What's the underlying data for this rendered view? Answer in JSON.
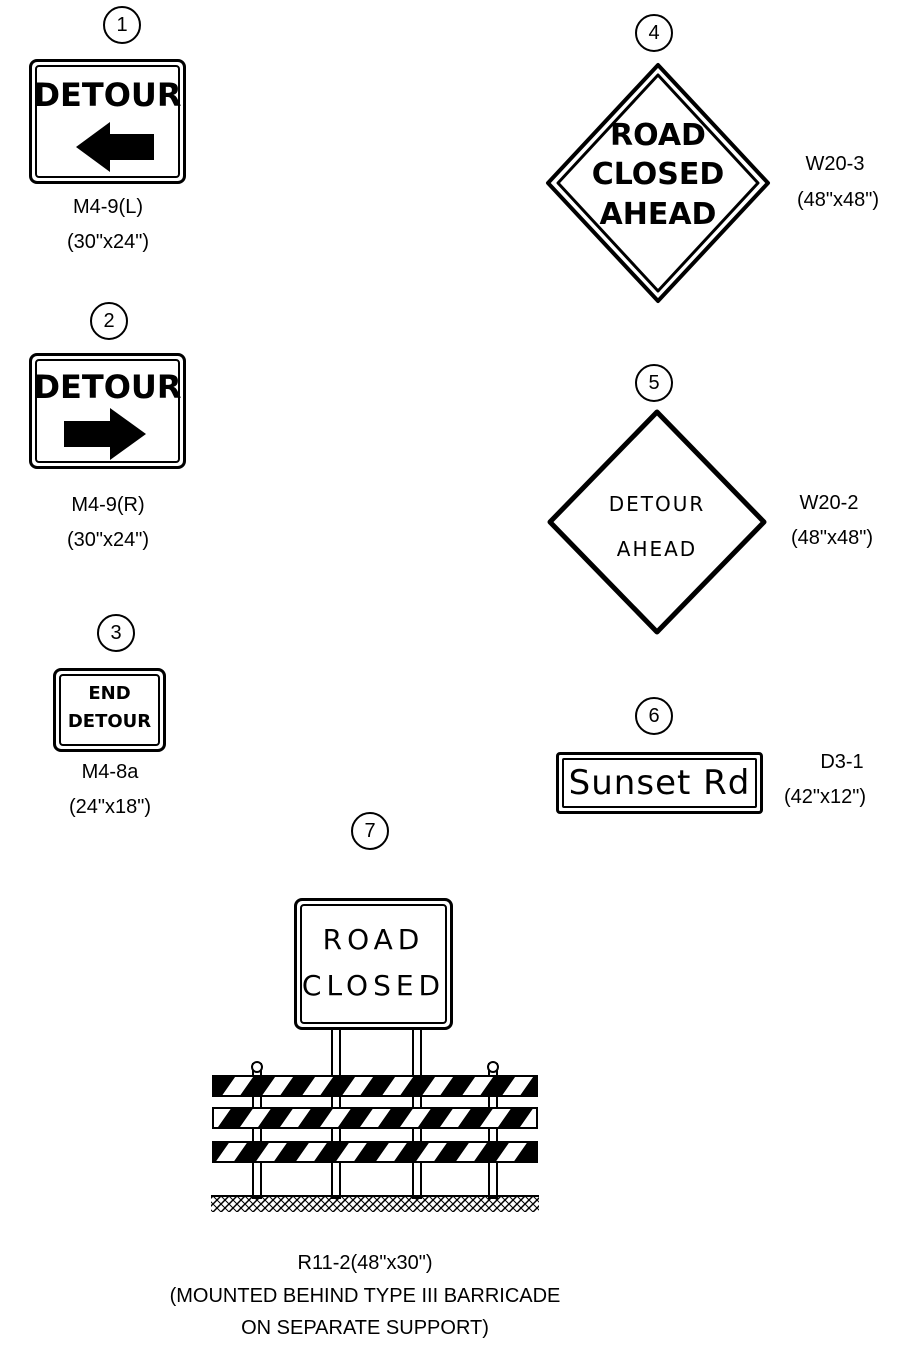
{
  "signs": [
    {
      "num": "1",
      "code": "M4-9(L)",
      "size": "(30\"x24\")",
      "legend": [
        "DETOUR"
      ],
      "arrow": "left"
    },
    {
      "num": "2",
      "code": "M4-9(R)",
      "size": "(30\"x24\")",
      "legend": [
        "DETOUR"
      ],
      "arrow": "right"
    },
    {
      "num": "3",
      "code": "M4-8a",
      "size": "(24\"x18\")",
      "legend": [
        "END",
        "DETOUR"
      ]
    },
    {
      "num": "4",
      "code": "W20-3",
      "size": "(48\"x48\")",
      "legend": [
        "ROAD",
        "CLOSED",
        "AHEAD"
      ]
    },
    {
      "num": "5",
      "code": "W20-2",
      "size": "(48\"x48\")",
      "legend": [
        "DETOUR",
        "AHEAD"
      ]
    },
    {
      "num": "6",
      "code": "D3-1",
      "size": "(42\"x12\")",
      "legend": [
        "Sunset Rd"
      ]
    },
    {
      "num": "7",
      "legend": [
        "ROAD",
        "CLOSED"
      ],
      "caption": [
        "R11-2(48\"x30\")",
        "(MOUNTED BEHIND TYPE III BARRICADE",
        "ON SEPARATE SUPPORT)"
      ]
    }
  ]
}
